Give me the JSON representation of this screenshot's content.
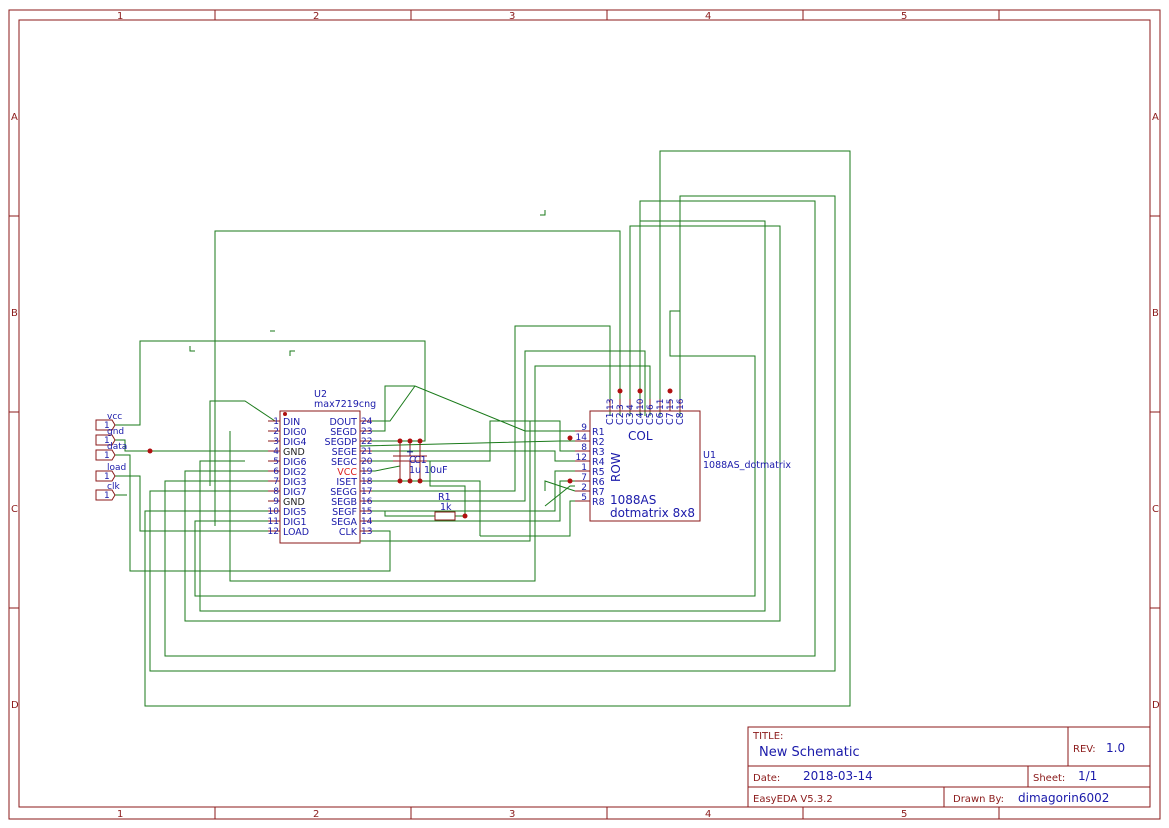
{
  "sheet": {
    "columns": [
      "1",
      "2",
      "3",
      "4",
      "5"
    ],
    "rows": [
      "A",
      "B",
      "C",
      "D"
    ]
  },
  "ports": [
    {
      "pin": "1",
      "label": "vcc"
    },
    {
      "pin": "1",
      "label": "gnd"
    },
    {
      "pin": "1",
      "label": "data"
    },
    {
      "pin": "1",
      "label": "load"
    },
    {
      "pin": "1",
      "label": "clk"
    }
  ],
  "u2": {
    "designator": "U2",
    "part": "max7219cng",
    "left_pins": [
      {
        "num": "1",
        "name": "DIN"
      },
      {
        "num": "2",
        "name": "DIG0"
      },
      {
        "num": "3",
        "name": "DIG4"
      },
      {
        "num": "4",
        "name": "GND"
      },
      {
        "num": "5",
        "name": "DIG6"
      },
      {
        "num": "6",
        "name": "DIG2"
      },
      {
        "num": "7",
        "name": "DIG3"
      },
      {
        "num": "8",
        "name": "DIG7"
      },
      {
        "num": "9",
        "name": "GND"
      },
      {
        "num": "10",
        "name": "DIG5"
      },
      {
        "num": "11",
        "name": "DIG1"
      },
      {
        "num": "12",
        "name": "LOAD"
      }
    ],
    "right_pins": [
      {
        "num": "24",
        "name": "DOUT"
      },
      {
        "num": "23",
        "name": "SEGD"
      },
      {
        "num": "22",
        "name": "SEGDP"
      },
      {
        "num": "21",
        "name": "SEGE"
      },
      {
        "num": "20",
        "name": "SEGC"
      },
      {
        "num": "19",
        "name": "VCC"
      },
      {
        "num": "18",
        "name": "ISET"
      },
      {
        "num": "17",
        "name": "SEGG"
      },
      {
        "num": "16",
        "name": "SEGB"
      },
      {
        "num": "15",
        "name": "SEGF"
      },
      {
        "num": "14",
        "name": "SEGA"
      },
      {
        "num": "13",
        "name": "CLK"
      }
    ]
  },
  "u1": {
    "designator": "U1",
    "part": "1088AS_dotmatrix",
    "col_label": "COL",
    "row_label": "ROW",
    "name_line1": "1088AS",
    "name_line2": "dotmatrix 8x8",
    "top_pins": [
      {
        "num": "13",
        "name": "C1"
      },
      {
        "num": "3",
        "name": "C2"
      },
      {
        "num": "4",
        "name": "C3"
      },
      {
        "num": "10",
        "name": "C4"
      },
      {
        "num": "6",
        "name": "C5"
      },
      {
        "num": "11",
        "name": "C6"
      },
      {
        "num": "15",
        "name": "C7"
      },
      {
        "num": "16",
        "name": "C8"
      }
    ],
    "left_pins": [
      {
        "num": "9",
        "name": "R1"
      },
      {
        "num": "14",
        "name": "R2"
      },
      {
        "num": "8",
        "name": "R3"
      },
      {
        "num": "12",
        "name": "R4"
      },
      {
        "num": "1",
        "name": "R5"
      },
      {
        "num": "7",
        "name": "R6"
      },
      {
        "num": "2",
        "name": "R7"
      },
      {
        "num": "5",
        "name": "R8"
      }
    ]
  },
  "c1": {
    "designator": "C1",
    "value": "10uF",
    "alt_designator": "C",
    "alt_value": "1u"
  },
  "r1": {
    "designator": "R1",
    "value": "1k"
  },
  "title_block": {
    "title_label": "TITLE:",
    "title": "New Schematic",
    "rev_label": "REV:",
    "rev": "1.0",
    "date_label": "Date:",
    "date": "2018-03-14",
    "sheet_label": "Sheet:",
    "sheet": "1/1",
    "software": "EasyEDA V5.3.2",
    "drawn_label": "Drawn By:",
    "drawn_by": "dimagorin6002"
  }
}
